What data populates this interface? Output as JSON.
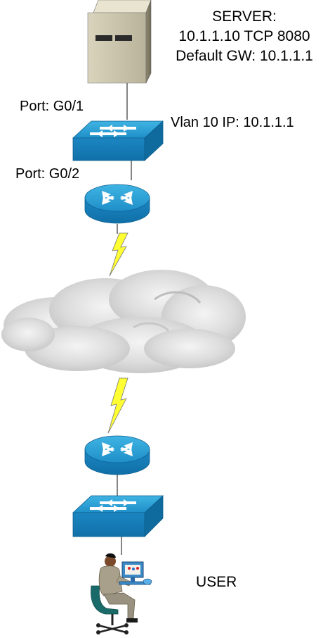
{
  "server": {
    "title": "SERVER:",
    "address": "10.1.1.10 TCP 8080",
    "gateway": "Default GW: 10.1.1.1"
  },
  "switch_top": {
    "port_up": "Port: G0/1",
    "vlan": "Vlan 10 IP: 10.1.1.1",
    "port_down": "Port: G0/2"
  },
  "user": {
    "label": "USER"
  },
  "icons": [
    "server-icon",
    "switch-icon",
    "router-icon",
    "wan-link-icon",
    "cloud-icon",
    "user-workstation-icon"
  ]
}
